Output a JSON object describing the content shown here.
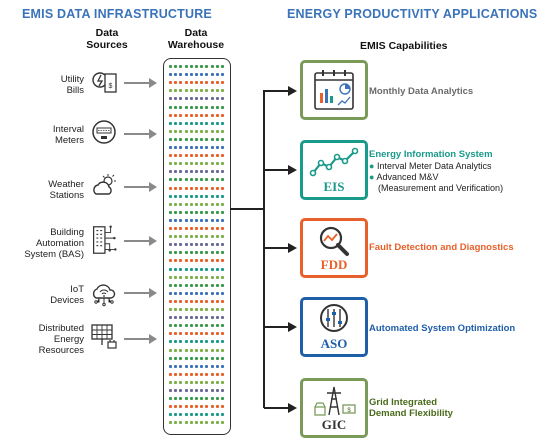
{
  "headers": {
    "left": "EMIS DATA INFRASTRUCTURE",
    "right": "ENERGY PRODUCTIVITY APPLICATIONS"
  },
  "columns": {
    "sources": "Data\nSources",
    "warehouse": "Data\nWarehouse",
    "capabilities": "EMIS Capabilities"
  },
  "sources": [
    {
      "label": "Utility\nBills",
      "icon": "utility-bill-icon"
    },
    {
      "label": "Interval\nMeters",
      "icon": "meter-icon"
    },
    {
      "label": "Weather\nStations",
      "icon": "weather-icon"
    },
    {
      "label": "Building\nAutomation\nSystem (BAS)",
      "icon": "bas-icon"
    },
    {
      "label": "IoT\nDevices",
      "icon": "iot-cloud-icon"
    },
    {
      "label": "Distributed\nEnergy\nResources",
      "icon": "solar-panel-icon"
    }
  ],
  "capabilities": [
    {
      "title": "Monthly Data Analytics",
      "abbr": "",
      "color": "#6a6a6a",
      "box_color": "#7a9a5a",
      "icon": "calendar-chart-icon"
    },
    {
      "title": "Energy Information System",
      "abbr": "EIS",
      "color": "#1a9a8a",
      "box_color": "#1a9a8a",
      "icon": "trend-line-icon",
      "bullets": [
        "Interval Meter Data Analytics",
        "Advanced M&V",
        "(Measurement and Verification)"
      ]
    },
    {
      "title": "Fault Detection and Diagnostics",
      "abbr": "FDD",
      "color": "#e8602a",
      "box_color": "#e8602a",
      "icon": "magnifier-icon"
    },
    {
      "title": "Automated System Optimization",
      "abbr": "ASO",
      "color": "#1f5fa8",
      "box_color": "#1f5fa8",
      "icon": "sliders-icon"
    },
    {
      "title": "Grid Integrated\nDemand Flexibility",
      "abbr": "GIC",
      "color": "#4a6a1a",
      "box_color": "#7a9a5a",
      "icon": "grid-tower-icon"
    }
  ],
  "warehouse_palette": [
    "#3a9a4a",
    "#3b73b9",
    "#e8602a",
    "#1a9a8a",
    "#7ab04a",
    "#6a6a9a"
  ]
}
